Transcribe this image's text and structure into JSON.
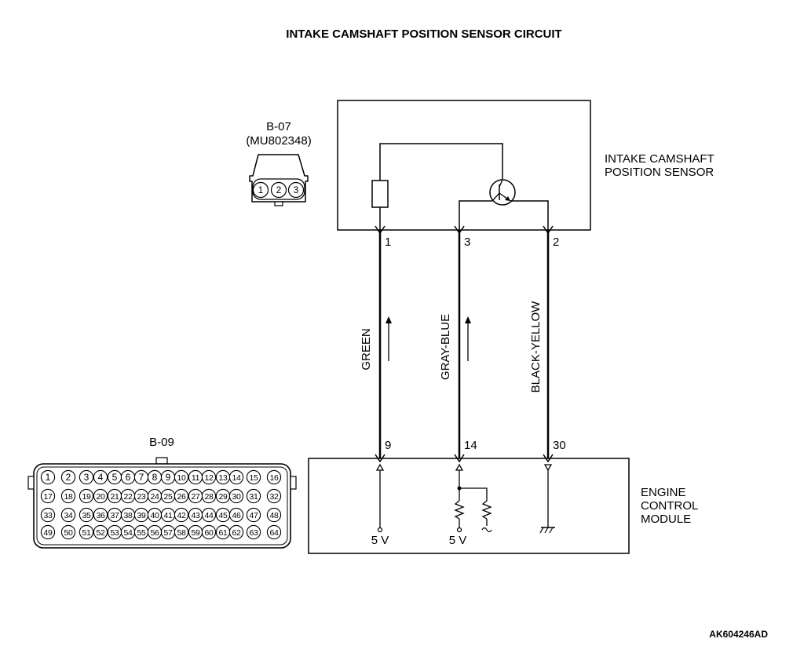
{
  "title": "INTAKE CAMSHAFT POSITION SENSOR CIRCUIT",
  "figure_id": "AK604246AD",
  "sensor": {
    "name_line1": "INTAKE CAMSHAFT",
    "name_line2": "POSITION SENSOR"
  },
  "sensor_connector": {
    "id": "B-07",
    "part_number": "(MU802348)",
    "pins": [
      "1",
      "2",
      "3"
    ]
  },
  "ecm": {
    "name_line1": "ENGINE",
    "name_line2": "CONTROL",
    "name_line3": "MODULE",
    "supply_left": "5 V",
    "supply_mid": "5 V"
  },
  "ecm_connector": {
    "id": "B-09",
    "rows": [
      [
        "1",
        "2",
        "3",
        "4",
        "5",
        "6",
        "7",
        "8",
        "9",
        "10",
        "11",
        "12",
        "13",
        "14",
        "15",
        "16"
      ],
      [
        "17",
        "18",
        "19",
        "20",
        "21",
        "22",
        "23",
        "24",
        "25",
        "26",
        "27",
        "28",
        "29",
        "30",
        "31",
        "32"
      ],
      [
        "33",
        "34",
        "35",
        "36",
        "37",
        "38",
        "39",
        "40",
        "41",
        "42",
        "43",
        "44",
        "45",
        "46",
        "47",
        "48"
      ],
      [
        "49",
        "50",
        "51",
        "52",
        "53",
        "54",
        "55",
        "56",
        "57",
        "58",
        "59",
        "60",
        "61",
        "62",
        "63",
        "64"
      ]
    ]
  },
  "wires": [
    {
      "color": "GREEN",
      "sensor_pin": "1",
      "ecm_pin": "9"
    },
    {
      "color": "GRAY-BLUE",
      "sensor_pin": "3",
      "ecm_pin": "14"
    },
    {
      "color": "BLACK-YELLOW",
      "sensor_pin": "2",
      "ecm_pin": "30"
    }
  ]
}
